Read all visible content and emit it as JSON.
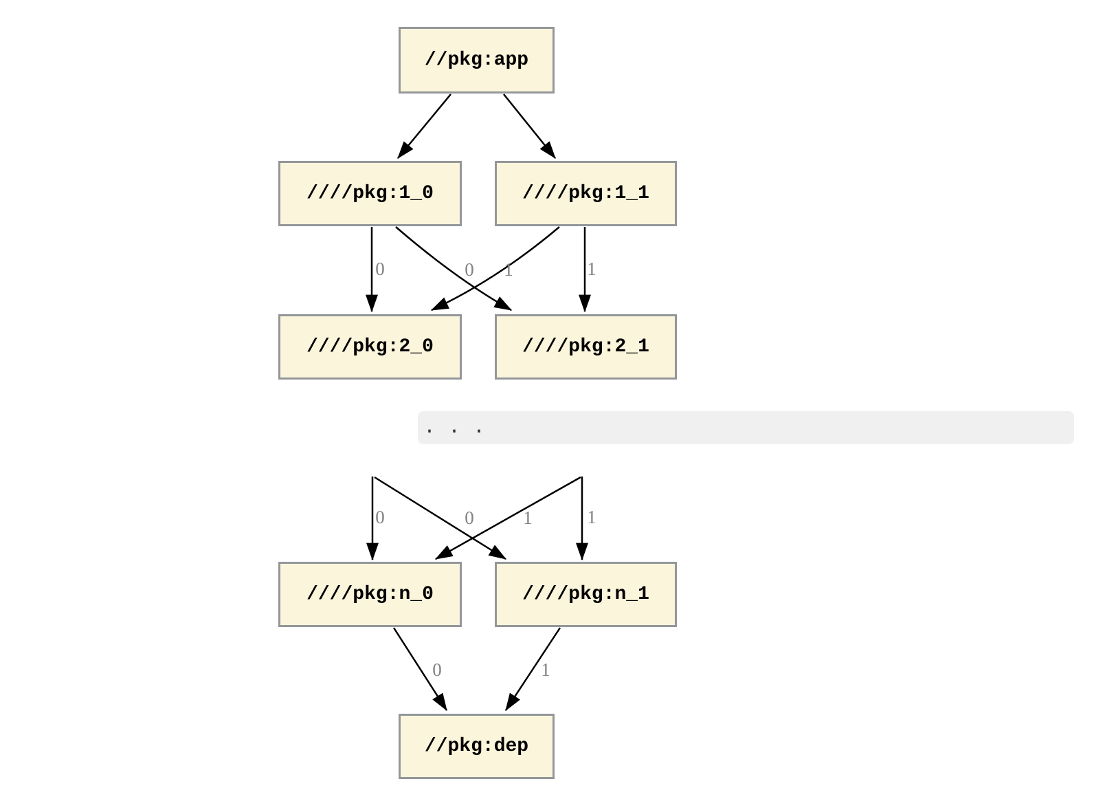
{
  "graph": {
    "colors": {
      "node_fill": "#FBF5DC",
      "node_border": "#949799",
      "edge_color": "#000000",
      "edge_label_color": "#828282",
      "band_fill": "#F0F0F0"
    },
    "nodes": {
      "app": "//pkg:app",
      "v1_0": "////pkg:1_0",
      "v1_1": "////pkg:1_1",
      "v2_0": "////pkg:2_0",
      "v2_1": "////pkg:2_1",
      "ellipsis": ". . .",
      "vn_0": "////pkg:n_0",
      "vn_1": "////pkg:n_1",
      "dep": "//pkg:dep"
    },
    "edge_labels": {
      "upper_left_straight": "0",
      "upper_cross_to_2_0": "0",
      "upper_cross_to_2_1": "1",
      "upper_right_straight": "1",
      "lower_left_straight": "0",
      "lower_cross_to_n_0": "0",
      "lower_cross_to_n_1": "1",
      "lower_right_straight": "1",
      "n_0_to_dep": "0",
      "n_1_to_dep": "1"
    },
    "edges": [
      {
        "from": "//pkg:app",
        "to": "////pkg:1_0",
        "label": ""
      },
      {
        "from": "//pkg:app",
        "to": "////pkg:1_1",
        "label": ""
      },
      {
        "from": "////pkg:1_0",
        "to": "////pkg:2_0",
        "label": "0"
      },
      {
        "from": "////pkg:1_0",
        "to": "////pkg:2_1",
        "label": "1"
      },
      {
        "from": "////pkg:1_1",
        "to": "////pkg:2_0",
        "label": "0"
      },
      {
        "from": "////pkg:1_1",
        "to": "////pkg:2_1",
        "label": "1"
      },
      {
        "from": ". . .",
        "to": "////pkg:n_0",
        "label": "0"
      },
      {
        "from": ". . .",
        "to": "////pkg:n_1",
        "label": "1"
      },
      {
        "from": ". . .",
        "to": "////pkg:n_0",
        "label": "0"
      },
      {
        "from": ". . .",
        "to": "////pkg:n_1",
        "label": "1"
      },
      {
        "from": "////pkg:n_0",
        "to": "//pkg:dep",
        "label": "0"
      },
      {
        "from": "////pkg:n_1",
        "to": "//pkg:dep",
        "label": "1"
      }
    ]
  }
}
